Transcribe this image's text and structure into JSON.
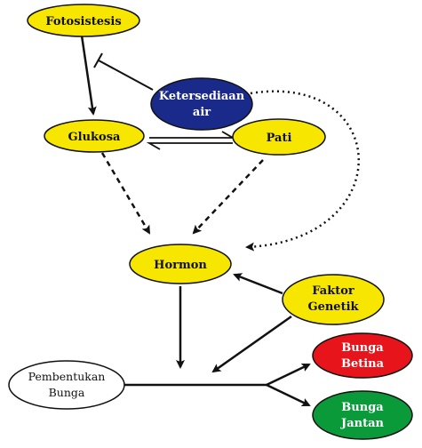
{
  "colors": {
    "yellow": "#f7e600",
    "blue": "#1a2a8a",
    "red": "#e8141b",
    "green": "#0a9a3a",
    "white": "#ffffff",
    "stroke": "#111111"
  },
  "nodes": {
    "fotosistesis": {
      "label": "Fotosistesis"
    },
    "ketersediaan_air": {
      "line1": "Ketersediaan",
      "line2": "air"
    },
    "glukosa": {
      "label": "Glukosa"
    },
    "pati": {
      "label": "Pati"
    },
    "hormon": {
      "label": "Hormon"
    },
    "faktor_genetik": {
      "line1": "Faktor",
      "line2": "Genetik"
    },
    "pembentukan_bunga": {
      "line1": "Pembentukan",
      "line2": "Bunga"
    },
    "bunga_betina": {
      "line1": "Bunga",
      "line2": "Betina"
    },
    "bunga_jantan": {
      "line1": "Bunga",
      "line2": "Jantan"
    }
  }
}
